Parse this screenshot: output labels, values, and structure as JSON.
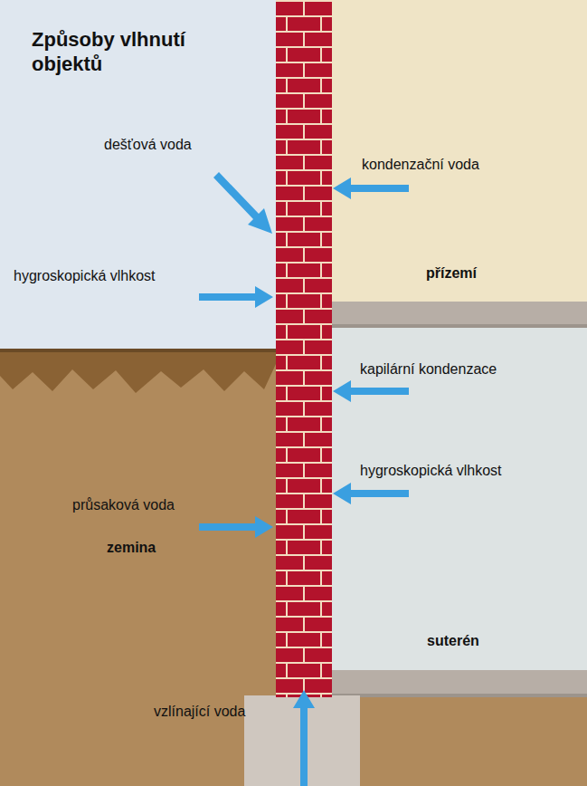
{
  "diagram": {
    "title": "Způsoby vlhnutí objektů",
    "nodes": [
      {
        "text": [
          "přízemí"
        ]
      },
      {
        "text": [
          "zemina"
        ]
      },
      {
        "text": [
          "suterén"
        ]
      }
    ],
    "labels": [
      "dešťová voda",
      "kondenzační voda",
      "hygroskopická vlhkost",
      "kapilární kondenzace",
      "hygroskopická vlhkost",
      "průsaková voda",
      "vzlínající voda"
    ]
  }
}
